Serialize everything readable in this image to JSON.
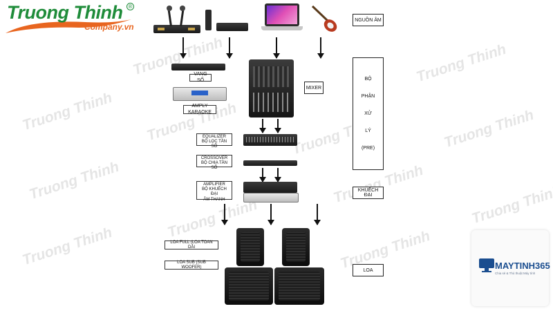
{
  "logo": {
    "name": "Truong Thinh",
    "sub": "Company.vn",
    "reg": "®"
  },
  "watermark": "Truong Thinh",
  "labels": {
    "source": "NGUỒN ÂM",
    "vang_so": "VANG SỐ",
    "amply_karaoke": "AMPLY KARAOKE",
    "mixer": "MIXER",
    "equalizer": "EQUALIZER",
    "equalizer_sub": "BỘ LỌC TẦN SỐ",
    "crossover": "CROSSOVER",
    "crossover_sub": "BỘ CHIA TẦN SỐ",
    "amplifier": "AMPLIFIER",
    "amplifier_sub1": "BỘ KHUẾCH ĐẠI",
    "amplifier_sub2": "ÂM THANH",
    "khuech_dai": "KHUẾCH ĐẠI",
    "pre_lines": [
      "BỘ",
      "PHẬN",
      "XỬ",
      "LÝ",
      "(PRE)"
    ],
    "loa_full": "LOA FULL (LOA TOAN DẢI",
    "loa_sub": "LOA SUB (SUB WOOFER)",
    "loa": "LOA"
  },
  "footer_card": {
    "brand": "MAYTINH365",
    "tagline": "Chia sẻ & Thủ thuật Máy tính"
  },
  "colors": {
    "logo_green": "#1f8c3a",
    "logo_orange": "#e8651f",
    "brand_blue": "#1a4d8f"
  }
}
